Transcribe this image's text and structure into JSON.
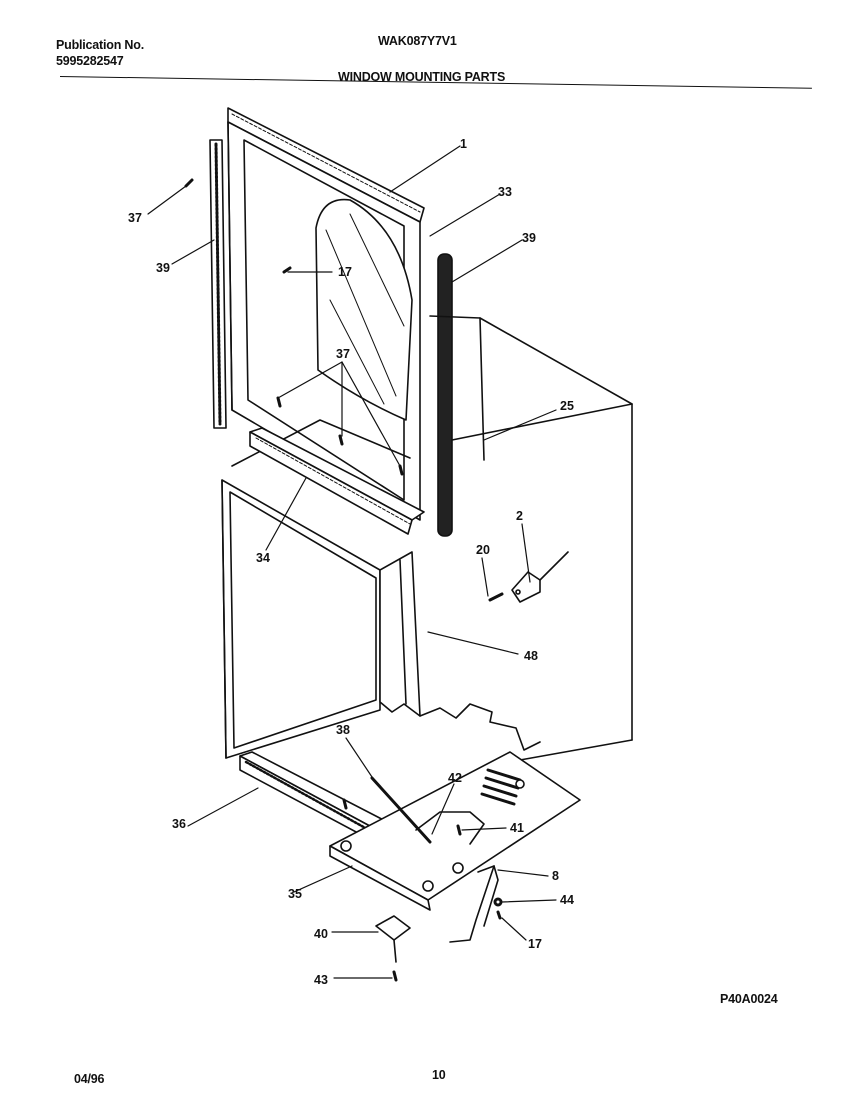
{
  "header": {
    "publication_label": "Publication No.",
    "publication_number": "5995282547",
    "model": "WAK087Y7V1",
    "section_title": "WINDOW MOUNTING PARTS"
  },
  "callouts": [
    "1",
    "33",
    "39",
    "37",
    "39",
    "17",
    "37",
    "25",
    "34",
    "2",
    "20",
    "48",
    "38",
    "42",
    "41",
    "36",
    "8",
    "44",
    "35",
    "40",
    "17",
    "43"
  ],
  "footer": {
    "figure_code": "P40A0024",
    "date": "04/96",
    "page_number": "10"
  }
}
